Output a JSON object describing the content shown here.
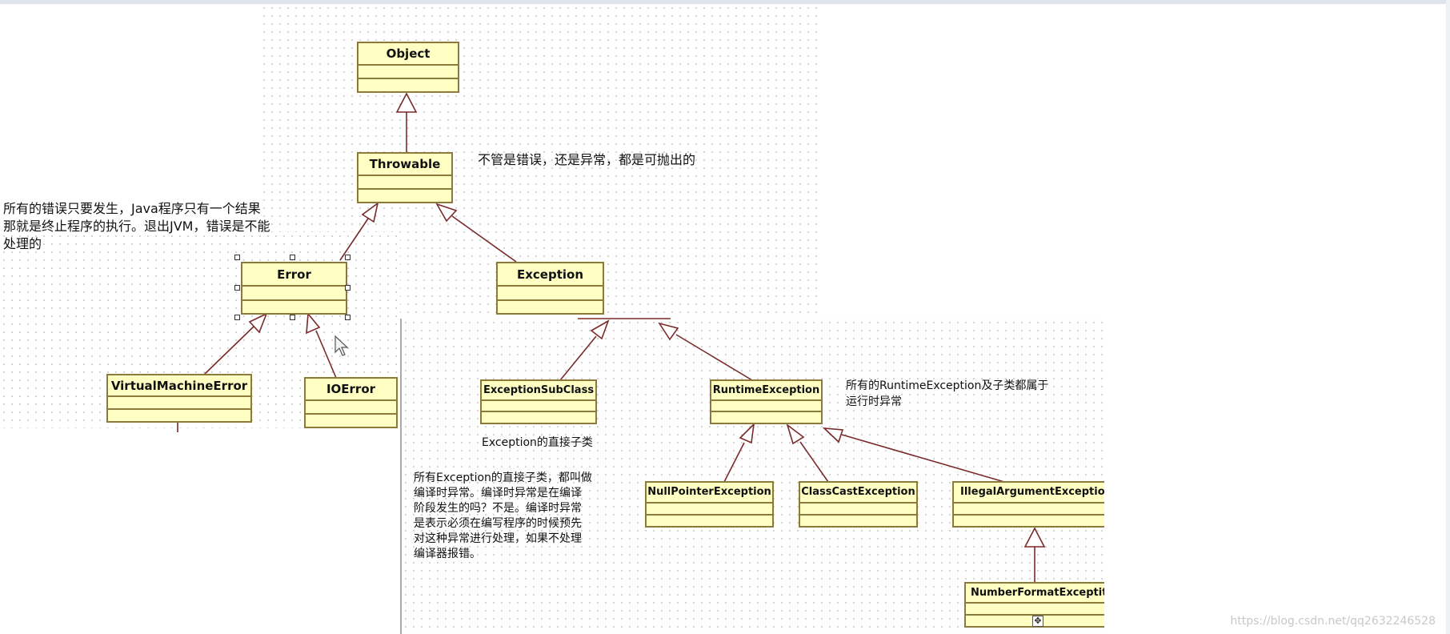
{
  "diagram": {
    "classes": {
      "object": "Object",
      "throwable": "Throwable",
      "error": "Error",
      "exception": "Exception",
      "virtual_machine_error": "VirtualMachineError",
      "io_error": "IOError",
      "exception_subclass": "ExceptionSubClass",
      "runtime_exception": "RuntimeException",
      "null_pointer_exception": "NullPointerException",
      "class_cast_exception": "ClassCastException",
      "illegal_argument_exception": "IllegalArgumentExceptio",
      "number_format_exception": "NumberFormatExceptiti"
    },
    "notes": {
      "throwable_note": "不管是错误，还是异常，都是可抛出的",
      "error_note": [
        "所有的错误只要发生，Java程序只有一个结果",
        "那就是终止程序的执行。退出JVM，错误是不能",
        "处理的"
      ],
      "exception_subclass_note": "Exception的直接子类",
      "runtime_note": [
        "所有的RuntimeException及子类都属于",
        "运行时异常"
      ],
      "checked_note": [
        "所有Exception的直接子类，都叫做",
        "编译时异常。编译时异常是在编译",
        "阶段发生的吗？不是。编译时异常",
        "是表示必须在编写程序的时候预先",
        "对这种异常进行处理，如果不处理",
        "编译器报错。"
      ]
    },
    "watermark": "https://blog.csdn.net/qq2632246528",
    "colors": {
      "class_fill": "#ffffc4",
      "class_border": "#8c7a3b",
      "connector": "#7a2a2a"
    }
  }
}
